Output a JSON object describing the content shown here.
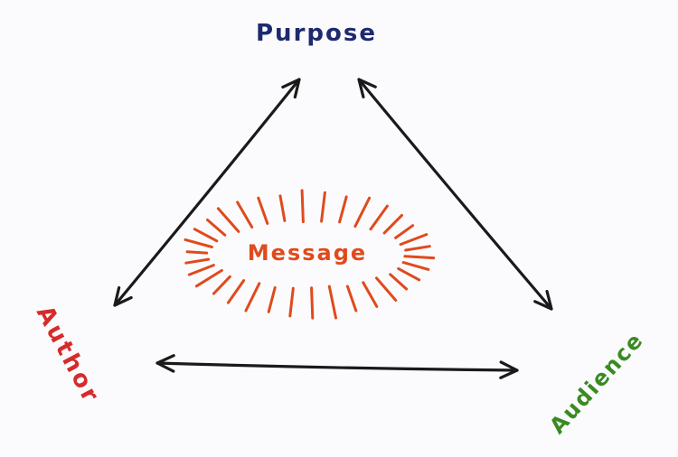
{
  "diagram": {
    "nodes": {
      "purpose": "Purpose",
      "author": "Author",
      "audience": "Audience"
    },
    "center": "Message",
    "connections": [
      {
        "from": "author",
        "to": "purpose",
        "style": "double-arrow"
      },
      {
        "from": "purpose",
        "to": "audience",
        "style": "double-arrow"
      },
      {
        "from": "author",
        "to": "audience",
        "style": "double-arrow"
      }
    ],
    "colors": {
      "purpose": "#1e2a6e",
      "author": "#d62b2b",
      "audience": "#3a8a22",
      "message": "#e04a1c",
      "arrows": "#1a1a1a"
    }
  }
}
